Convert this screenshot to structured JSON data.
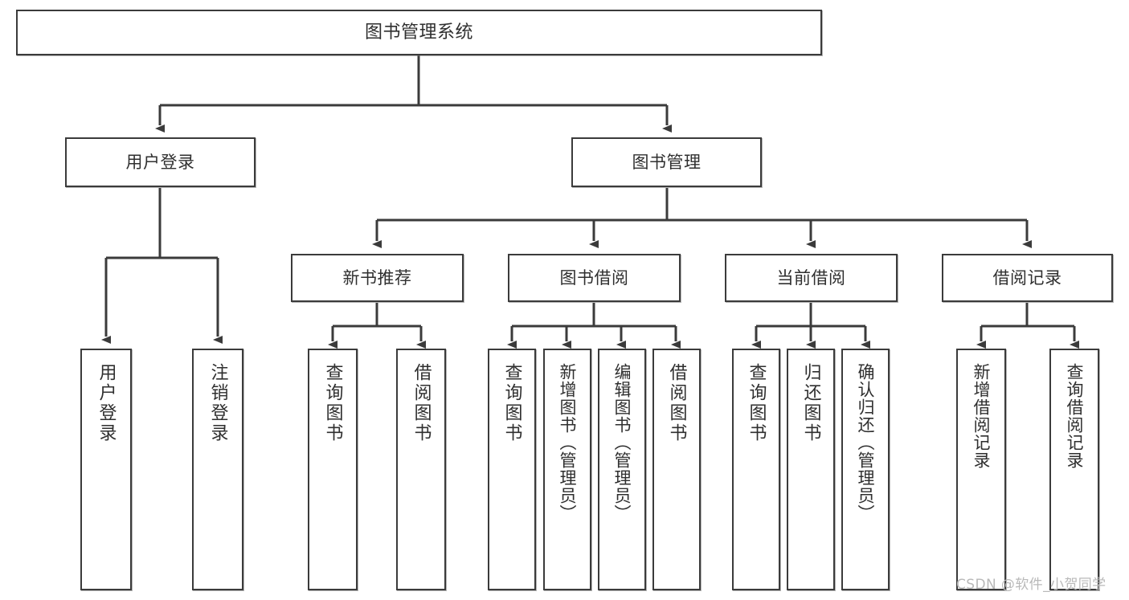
{
  "diagram": {
    "type": "tree",
    "title": "图书管理系统",
    "root": {
      "label": "图书管理系统"
    },
    "level2": [
      {
        "label": "用户登录"
      },
      {
        "label": "图书管理"
      }
    ],
    "level3": [
      {
        "label": "新书推荐"
      },
      {
        "label": "图书借阅"
      },
      {
        "label": "当前借阅"
      },
      {
        "label": "借阅记录"
      }
    ],
    "leaves": {
      "user_login": [
        {
          "label": "用户登录"
        },
        {
          "label": "注销登录"
        }
      ],
      "new_book_recommend": [
        {
          "label": "查询图书"
        },
        {
          "label": "借阅图书"
        }
      ],
      "book_borrow": [
        {
          "label": "查询图书"
        },
        {
          "label": "新增图书（管理员）"
        },
        {
          "label": "编辑图书（管理员）"
        },
        {
          "label": "借阅图书"
        }
      ],
      "current_borrow": [
        {
          "label": "查询图书"
        },
        {
          "label": "归还图书"
        },
        {
          "label": "确认归还（管理员）"
        }
      ],
      "borrow_record": [
        {
          "label": "新增借阅记录"
        },
        {
          "label": "查询借阅记录"
        }
      ]
    }
  },
  "watermark": {
    "text": "CSDN @软件_小贺同学"
  },
  "colors": {
    "stroke": "#3b3b3b",
    "box_fill": "#ffffff",
    "text": "#2f2f2f",
    "watermark": "#b9b9b9",
    "background": "#ffffff"
  }
}
